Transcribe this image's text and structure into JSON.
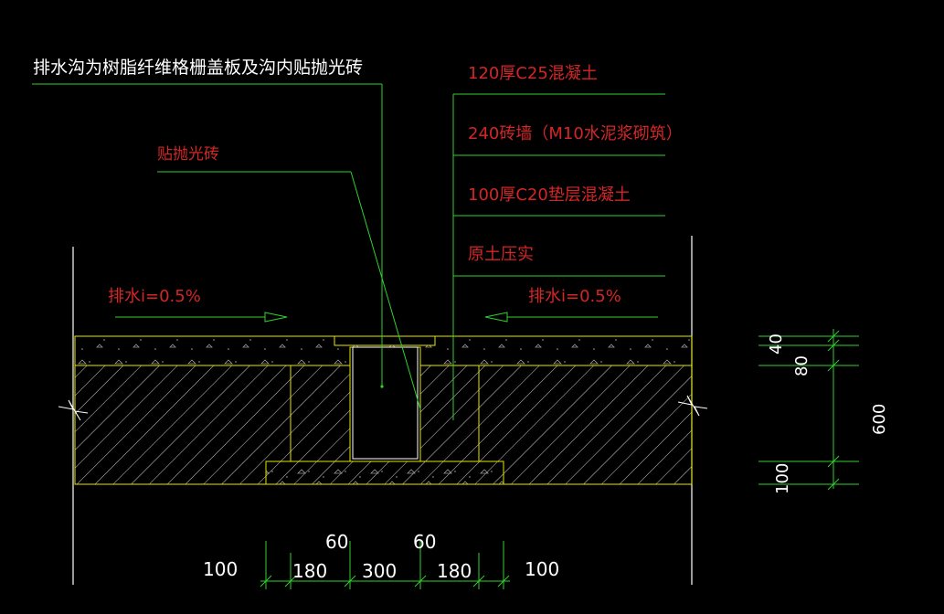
{
  "notes": {
    "main_callout": "排水沟为树脂纤维格栅盖板及沟内贴抛光砖",
    "tile_callout": "贴抛光砖"
  },
  "layers": [
    "120厚C25混凝土",
    "240砖墙（M10水泥浆砌筑）",
    "100厚C20垫层混凝土",
    "原土压实"
  ],
  "slope": {
    "left": "排水i=0.5%",
    "right": "排水i=0.5%"
  },
  "dims_vertical": [
    "40",
    "80",
    "600",
    "100"
  ],
  "dims_horizontal": [
    "100",
    "180",
    "300",
    "180",
    "100"
  ],
  "dims_top": [
    "60",
    "60"
  ],
  "colors": {
    "background": "#000000",
    "leader_green": "#2fd12f",
    "outline_yellow": "#e6e600",
    "hatch_white": "#ffffff",
    "label_red": "#d42626"
  }
}
